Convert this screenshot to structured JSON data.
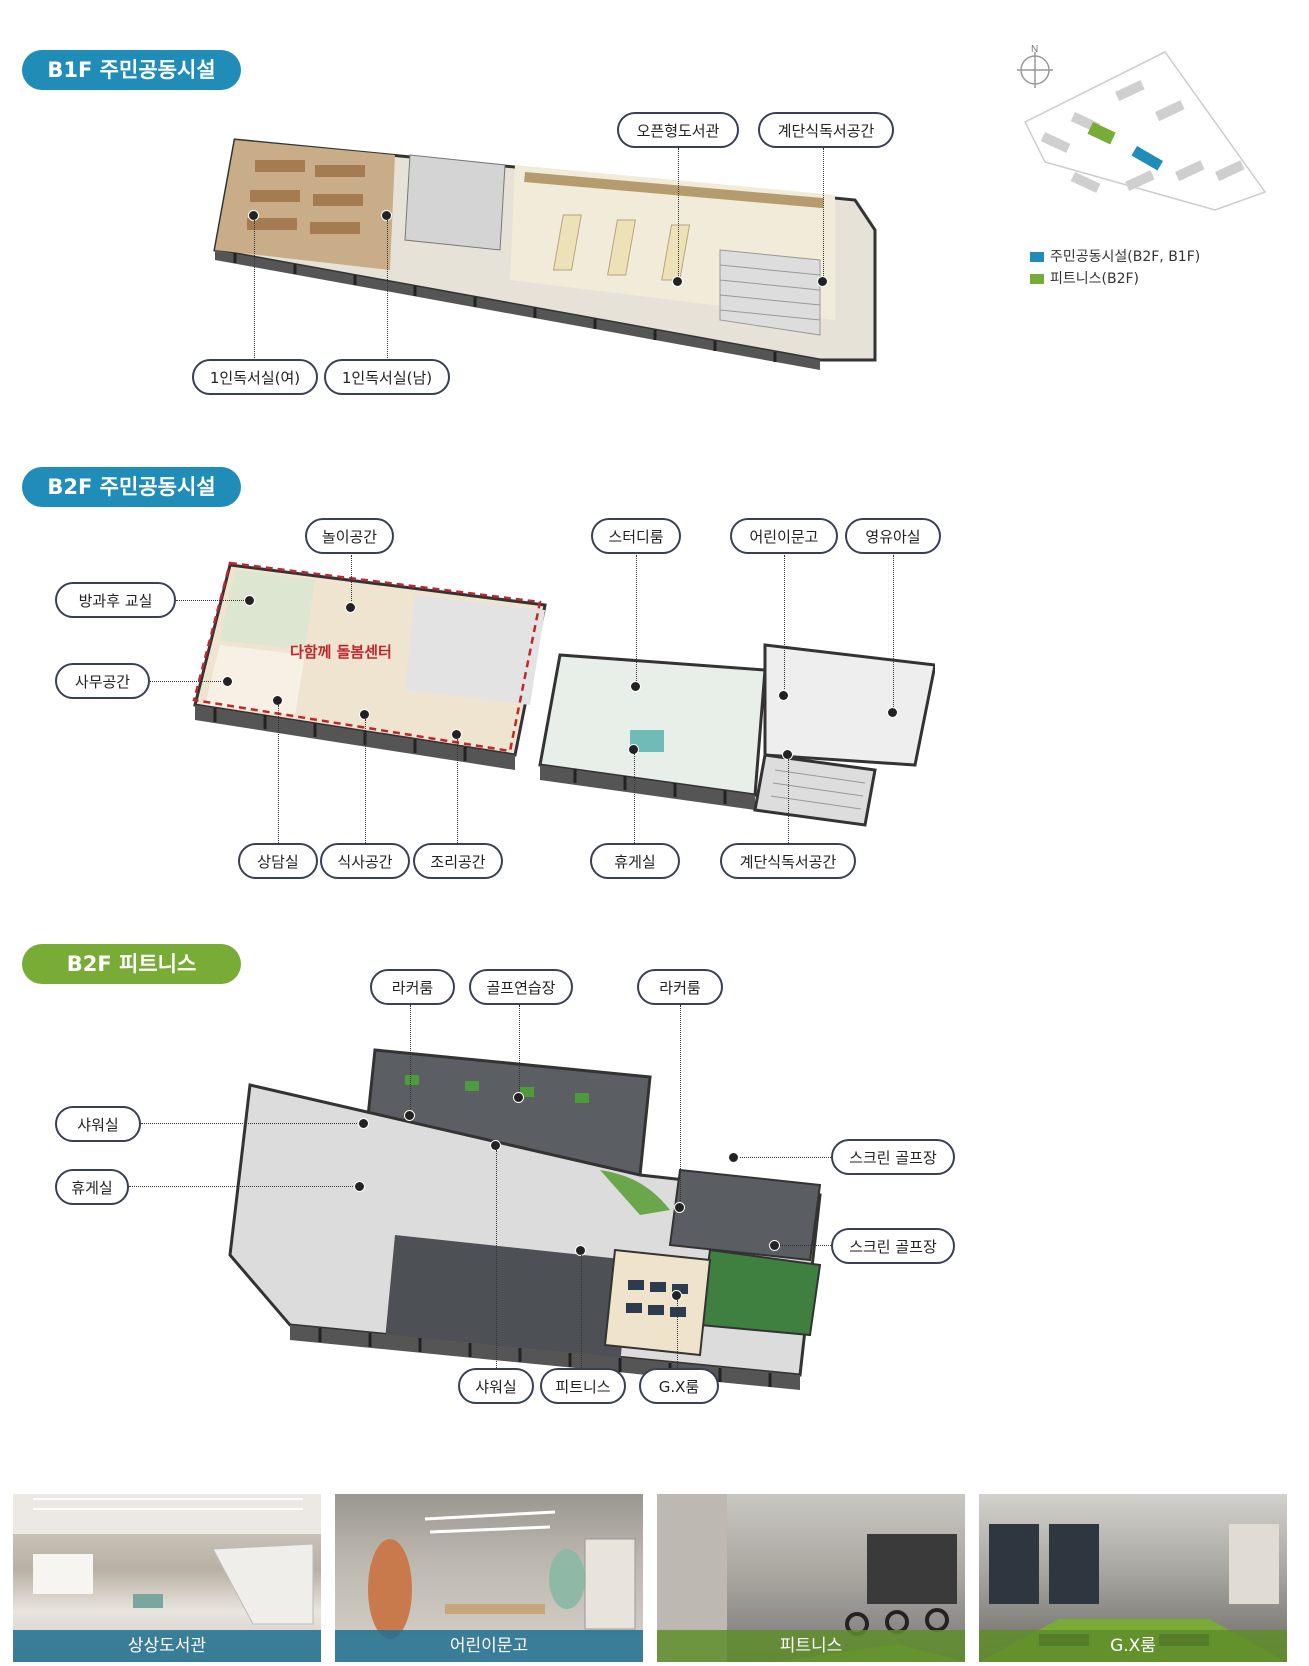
{
  "sections": {
    "b1f": {
      "title": "B1F 주민공동시설",
      "labels": {
        "open_library": "오픈형도서관",
        "stair_reading": "계단식독서공간",
        "single_female": "1인독서실(여)",
        "single_male": "1인독서실(남)"
      }
    },
    "b2f_community": {
      "title": "B2F 주민공동시설",
      "center_name": "다함께 돌봄센터",
      "labels": {
        "play_space": "놀이공간",
        "after_school": "방과후 교실",
        "office": "사무공간",
        "study_room": "스터디룸",
        "kids_library": "어린이문고",
        "nursery": "영유아실",
        "counseling": "상담실",
        "dining": "식사공간",
        "cooking": "조리공간",
        "lounge": "휴게실",
        "stair_reading": "계단식독서공간"
      }
    },
    "b2f_fitness": {
      "title": "B2F 피트니스",
      "labels": {
        "locker1": "라커룸",
        "golf_practice": "골프연습장",
        "locker2": "라커룸",
        "shower_left": "샤워실",
        "lounge": "휴게실",
        "screen_golf1": "스크린 골프장",
        "screen_golf2": "스크린 골프장",
        "shower_bottom": "샤워실",
        "fitness": "피트니스",
        "gx": "G.X룸"
      }
    }
  },
  "keymap": {
    "north": "N",
    "legend": [
      {
        "label": "주민공동시설(B2F, B1F)",
        "color": "#1f8db7"
      },
      {
        "label": "피트니스(B2F)",
        "color": "#79ab37"
      }
    ]
  },
  "photos": [
    {
      "caption": "상상도서관",
      "overlay": "#1f6f8f"
    },
    {
      "caption": "어린이문고",
      "overlay": "#1f6f8f"
    },
    {
      "caption": "피트니스",
      "overlay": "#5f8d2a"
    },
    {
      "caption": "G.X룸",
      "overlay": "#5f8d2a"
    }
  ],
  "colors": {
    "blue": "#1f8db7",
    "green": "#79ab37",
    "care_center_outline": "#c0272d"
  }
}
